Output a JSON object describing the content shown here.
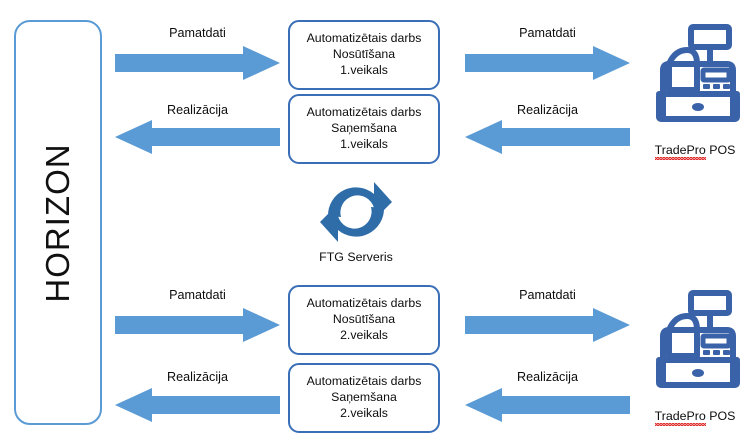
{
  "colors": {
    "arrow_fill": "#5B9BD5",
    "task_box_border": "#3A6FB8",
    "horizon_box_border": "#5B9BD5",
    "icon_blue": "#3A6FB8",
    "pos_icon_blue": "#3A62A8",
    "text": "#0d0d0d",
    "spellcheck_underline": "#e03030",
    "background": "#ffffff"
  },
  "system": {
    "name": "HORIZON"
  },
  "ftg": {
    "caption": "FTG Serveris",
    "icon": "sync-arrows-icon"
  },
  "stores": [
    {
      "id": "store-1",
      "send_task": {
        "line1": "Automatizētais darbs",
        "line2": "Nosūtīšana",
        "line3": "1.veikals"
      },
      "receive_task": {
        "line1": "Automatizētais darbs",
        "line2": "Saņemšana",
        "line3": "1.veikals"
      },
      "arrow_left_out": "Pamatdati",
      "arrow_left_in": "Realizācija",
      "arrow_right_out": "Pamatdati",
      "arrow_right_in": "Realizācija",
      "pos": {
        "name_misspelled": "TradePro",
        "name_rest": " POS",
        "icon": "cash-register-icon"
      }
    },
    {
      "id": "store-2",
      "send_task": {
        "line1": "Automatizētais darbs",
        "line2": "Nosūtīšana",
        "line3": "2.veikals"
      },
      "receive_task": {
        "line1": "Automatizētais darbs",
        "line2": "Saņemšana",
        "line3": "2.veikals"
      },
      "arrow_left_out": "Pamatdati",
      "arrow_left_in": "Realizācija",
      "arrow_right_out": "Pamatdati",
      "arrow_right_in": "Realizācija",
      "pos": {
        "name_misspelled": "TradePro",
        "name_rest": " POS",
        "icon": "cash-register-icon"
      }
    }
  ]
}
